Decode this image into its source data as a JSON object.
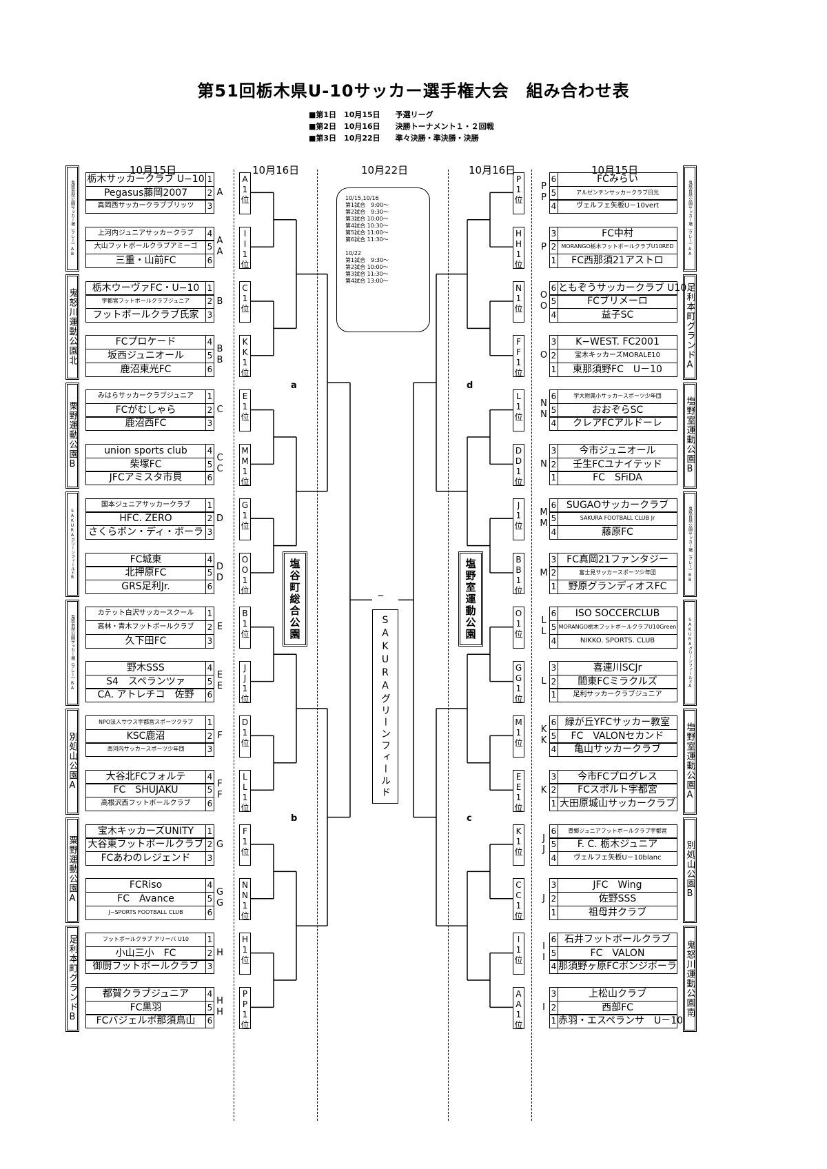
{
  "title": "第51回栃木県U-10サッカー選手権大会　組み合わせ表",
  "schedule": [
    "■第1日　10月15日　　予選リーグ",
    "■第2日　10月16日　　決勝トーナメント１・２回戦",
    "■第3日　10月22日　　準々決勝・準決勝・決勝"
  ],
  "column_headers": {
    "left_day1": "10月15日",
    "left_day2": "10月16日",
    "center": "10月22日",
    "right_day2": "10月16日",
    "right_day1": "10月15日"
  },
  "time_box": "10/15,10/16\n第1試合　9:00～\n第2試合　9:30～\n第3試合 10:00～\n第4試合 10:30～\n第5試合 11:00～\n第6試合 11:30～\n\n10/22\n第1試合　9:30～\n第2試合 10:00～\n第3試合 11:30～\n第4試合 13:00～",
  "venues_left": [
    {
      "name": "鬼怒自然公園サッカー場（クレー）AB",
      "small": true
    },
    {
      "name": "鬼怒川運動公園北",
      "small": false
    },
    {
      "name": "栗野運動公園B",
      "small": false
    },
    {
      "name": "SAKURAグリーンフィールドB",
      "small": true
    },
    {
      "name": "鬼怒自然公園サッカー場（クレー）BA",
      "small": true
    },
    {
      "name": "別処山公園A",
      "small": false
    },
    {
      "name": "粟野運動公園A",
      "small": false
    },
    {
      "name": "足利本町グランドB",
      "small": false
    }
  ],
  "venues_right": [
    {
      "name": "鬼怒自然公園サッカー場（クレー）AA",
      "small": true
    },
    {
      "name": "足利本町グランドA",
      "small": false
    },
    {
      "name": "塩野室運動公園B",
      "small": false
    },
    {
      "name": "鬼怒自然公園サッカー場（クレー）BB",
      "small": true
    },
    {
      "name": "SAKURAグリーンフィールドA",
      "small": true
    },
    {
      "name": "塩野室運動公園A",
      "small": false
    },
    {
      "name": "別処山公園B",
      "small": false
    },
    {
      "name": "鬼怒川運動公園南",
      "small": false
    }
  ],
  "left_groups": [
    {
      "teams": [
        [
          "栃木サッカークラブ U−10",
          "1",
          ""
        ],
        [
          "Pegasus藤岡2007",
          "2",
          ""
        ],
        [
          "真岡西サッカークラブブリッツ",
          "3",
          "sm"
        ]
      ],
      "label": [
        "A"
      ],
      "rank": [
        "A",
        "1",
        "位"
      ]
    },
    {
      "teams": [
        [
          "上河内ジュニアサッカークラブ",
          "4",
          "sm"
        ],
        [
          "大山フットボールクラブアミーゴ",
          "5",
          "sm"
        ],
        [
          "三重・山前FC",
          "6",
          ""
        ]
      ],
      "label": [
        "A",
        "A"
      ],
      "rank": [
        "I",
        "I",
        "1",
        "位"
      ]
    },
    {
      "teams": [
        [
          "栃木ウーヴァFC・U−10",
          "1",
          ""
        ],
        [
          "宇都宮フットボールクラブジュニア",
          "2",
          "xs"
        ],
        [
          "フットボールクラブ氏家",
          "3",
          ""
        ]
      ],
      "label": [
        "B"
      ],
      "rank": [
        "C",
        "1",
        "位"
      ]
    },
    {
      "teams": [
        [
          "FCプロケード",
          "4",
          ""
        ],
        [
          "坂西ジュニオール",
          "5",
          ""
        ],
        [
          "鹿沼東光FC",
          "6",
          ""
        ]
      ],
      "label": [
        "B",
        "B"
      ],
      "rank": [
        "K",
        "K",
        "1",
        "位"
      ]
    },
    {
      "teams": [
        [
          "みはらサッカークラブジュニア",
          "1",
          "sm"
        ],
        [
          "FCがむしゃら",
          "2",
          ""
        ],
        [
          "鹿沼西FC",
          "3",
          ""
        ]
      ],
      "label": [
        "C"
      ],
      "rank": [
        "E",
        "1",
        "位"
      ]
    },
    {
      "teams": [
        [
          "union sports club",
          "4",
          ""
        ],
        [
          "柴塚FC",
          "5",
          ""
        ],
        [
          "JFCアミスタ市貝",
          "6",
          ""
        ]
      ],
      "label": [
        "C",
        "C"
      ],
      "rank": [
        "M",
        "M",
        "1",
        "位"
      ]
    },
    {
      "teams": [
        [
          "国本ジュニアサッカークラブ",
          "1",
          "sm"
        ],
        [
          "HFC. ZERO",
          "2",
          ""
        ],
        [
          "さくらボン・ディ・ボーラ",
          "3",
          ""
        ]
      ],
      "label": [
        "D"
      ],
      "rank": [
        "G",
        "1",
        "位"
      ]
    },
    {
      "teams": [
        [
          "FC城東",
          "4",
          ""
        ],
        [
          "北押原FC",
          "5",
          ""
        ],
        [
          "GRS足利Jr.",
          "6",
          ""
        ]
      ],
      "label": [
        "D",
        "D"
      ],
      "rank": [
        "O",
        "O",
        "1",
        "位"
      ]
    },
    {
      "teams": [
        [
          "カテット白沢サッカースクール",
          "1",
          "sm"
        ],
        [
          "高林・青木フットボールクラブ",
          "2",
          "sm"
        ],
        [
          "久下田FC",
          "3",
          ""
        ]
      ],
      "label": [
        "E"
      ],
      "rank": [
        "B",
        "1",
        "位"
      ]
    },
    {
      "teams": [
        [
          "野木SSS",
          "4",
          ""
        ],
        [
          "S4　スペランツァ",
          "5",
          ""
        ],
        [
          "CA. アトレチコ　佐野",
          "6",
          ""
        ]
      ],
      "label": [
        "E",
        "E"
      ],
      "rank": [
        "J",
        "J",
        "1",
        "位"
      ]
    },
    {
      "teams": [
        [
          "NPO法人サウス宇都宮スポーツクラブ",
          "1",
          "xs"
        ],
        [
          "KSC鹿沼",
          "2",
          ""
        ],
        [
          "南河内サッカースポーツ少年団",
          "3",
          "xs"
        ]
      ],
      "label": [
        "F"
      ],
      "rank": [
        "D",
        "1",
        "位"
      ]
    },
    {
      "teams": [
        [
          "大谷北FCフォルテ",
          "4",
          ""
        ],
        [
          "FC　SHUJAKU",
          "5",
          ""
        ],
        [
          "高根沢西フットボールクラブ",
          "6",
          "sm"
        ]
      ],
      "label": [
        "F",
        "F"
      ],
      "rank": [
        "L",
        "L",
        "1",
        "位"
      ]
    },
    {
      "teams": [
        [
          "宝木キッカーズUNITY",
          "1",
          ""
        ],
        [
          "大谷東フットボールクラブ",
          "2",
          ""
        ],
        [
          "FCあわのレジェンド",
          "3",
          ""
        ]
      ],
      "label": [
        "G"
      ],
      "rank": [
        "F",
        "1",
        "位"
      ]
    },
    {
      "teams": [
        [
          "FCRiso",
          "4",
          ""
        ],
        [
          "FC　Avance",
          "5",
          ""
        ],
        [
          "J−SPORTS FOOTBALL CLUB",
          "6",
          "xs"
        ]
      ],
      "label": [
        "G",
        "G"
      ],
      "rank": [
        "N",
        "N",
        "1",
        "位"
      ]
    },
    {
      "teams": [
        [
          "フットボールクラブ アリーバ U10",
          "1",
          "xs"
        ],
        [
          "小山三小　FC",
          "2",
          ""
        ],
        [
          "御厨フットボールクラブ",
          "3",
          ""
        ]
      ],
      "label": [
        "H"
      ],
      "rank": [
        "H",
        "1",
        "位"
      ]
    },
    {
      "teams": [
        [
          "都賀クラブジュニア",
          "4",
          ""
        ],
        [
          "FC黒羽",
          "5",
          ""
        ],
        [
          "FCバジェルボ那須鳥山",
          "6",
          ""
        ]
      ],
      "label": [
        "H",
        "H"
      ],
      "rank": [
        "P",
        "P",
        "1",
        "位"
      ]
    }
  ],
  "right_groups": [
    {
      "teams": [
        [
          "6",
          "FCみらい",
          ""
        ],
        [
          "5",
          "アルゼンチンサッカークラブ日光",
          "xs"
        ],
        [
          "4",
          "ヴェルフェ矢板U－10vert",
          "sm"
        ]
      ],
      "label": [
        "P",
        "P"
      ],
      "rank": [
        "P",
        "1",
        "位"
      ]
    },
    {
      "teams": [
        [
          "3",
          "FC中村",
          ""
        ],
        [
          "2",
          "MORANGO栃木フットボールクラブU10RED",
          "xs"
        ],
        [
          "1",
          "FC西那須21アストロ",
          ""
        ]
      ],
      "label": [
        "P"
      ],
      "rank": [
        "H",
        "H",
        "1",
        "位"
      ]
    },
    {
      "teams": [
        [
          "6",
          "ともぞうサッカークラブ U10",
          ""
        ],
        [
          "5",
          "FCブリメーロ",
          ""
        ],
        [
          "4",
          "益子SC",
          ""
        ]
      ],
      "label": [
        "O",
        "O"
      ],
      "rank": [
        "N",
        "1",
        "位"
      ]
    },
    {
      "teams": [
        [
          "3",
          "K−WEST. FC2001",
          ""
        ],
        [
          "2",
          "宝木キッカーズMORALE10",
          "sm"
        ],
        [
          "1",
          "東那須野FC　U－10",
          ""
        ]
      ],
      "label": [
        "O"
      ],
      "rank": [
        "F",
        "F",
        "1",
        "位"
      ]
    },
    {
      "teams": [
        [
          "6",
          "宇大附属小サッカースポーツ少年団",
          "xs"
        ],
        [
          "5",
          "おおぞらSC",
          ""
        ],
        [
          "4",
          "クレアFCアルドーレ",
          ""
        ]
      ],
      "label": [
        "N",
        "N"
      ],
      "rank": [
        "L",
        "1",
        "位"
      ]
    },
    {
      "teams": [
        [
          "3",
          "今市ジュニオール",
          ""
        ],
        [
          "2",
          "壬生FCユナイテッド",
          ""
        ],
        [
          "1",
          "FC　SFiDA",
          ""
        ]
      ],
      "label": [
        "N"
      ],
      "rank": [
        "D",
        "D",
        "1",
        "位"
      ]
    },
    {
      "teams": [
        [
          "6",
          "SUGAOサッカークラブ",
          ""
        ],
        [
          "5",
          "SAKURA FOOTBALL CLUB Jr",
          "xs"
        ],
        [
          "4",
          "藤原FC",
          ""
        ]
      ],
      "label": [
        "M",
        "M"
      ],
      "rank": [
        "J",
        "1",
        "位"
      ]
    },
    {
      "teams": [
        [
          "3",
          "FC真岡21ファンタジー",
          ""
        ],
        [
          "2",
          "富士見サッカースポーツ少年団",
          "xs"
        ],
        [
          "1",
          "野原グランディオスFC",
          ""
        ]
      ],
      "label": [
        "M"
      ],
      "rank": [
        "B",
        "B",
        "1",
        "位"
      ]
    },
    {
      "teams": [
        [
          "6",
          "ISO SOCCERCLUB",
          ""
        ],
        [
          "5",
          "MORANGO栃木フットボールクラブU10Green",
          "xs"
        ],
        [
          "4",
          "NIKKO. SPORTS. CLUB",
          "sm"
        ]
      ],
      "label": [
        "L",
        "L"
      ],
      "rank": [
        "O",
        "1",
        "位"
      ]
    },
    {
      "teams": [
        [
          "3",
          "喜連川SCJr",
          ""
        ],
        [
          "2",
          "間東FCミラクルズ",
          ""
        ],
        [
          "1",
          "足利サッカークラブジュニア",
          "sm"
        ]
      ],
      "label": [
        "L"
      ],
      "rank": [
        "G",
        "G",
        "1",
        "位"
      ]
    },
    {
      "teams": [
        [
          "6",
          "緑が丘YFCサッカー教室",
          ""
        ],
        [
          "5",
          "FC　VALONセカンド",
          ""
        ],
        [
          "4",
          "亀山サッカークラブ",
          ""
        ]
      ],
      "label": [
        "K",
        "K"
      ],
      "rank": [
        "M",
        "1",
        "位"
      ]
    },
    {
      "teams": [
        [
          "3",
          "今市FCプログレス",
          ""
        ],
        [
          "2",
          "FCスポルト宇都宮",
          ""
        ],
        [
          "1",
          "大田原城山サッカークラブ",
          ""
        ]
      ],
      "label": [
        "K"
      ],
      "rank": [
        "E",
        "E",
        "1",
        "位"
      ]
    },
    {
      "teams": [
        [
          "6",
          "豊郷ジュニアフットボールクラブ宇都宮",
          "xs"
        ],
        [
          "5",
          "F. C. 栃木ジュニア",
          ""
        ],
        [
          "4",
          "ヴェルフェ矢板U－10blanc",
          "sm"
        ]
      ],
      "label": [
        "J",
        "J"
      ],
      "rank": [
        "K",
        "1",
        "位"
      ]
    },
    {
      "teams": [
        [
          "3",
          "JFC　Wing",
          ""
        ],
        [
          "2",
          "佐野SSS",
          ""
        ],
        [
          "1",
          "祖母井クラブ",
          ""
        ]
      ],
      "label": [
        "J"
      ],
      "rank": [
        "C",
        "C",
        "1",
        "位"
      ]
    },
    {
      "teams": [
        [
          "6",
          "石井フットボールクラブ",
          ""
        ],
        [
          "5",
          "FC　VALON",
          ""
        ],
        [
          "4",
          "那須野ヶ原FCボンジボーラ",
          ""
        ]
      ],
      "label": [
        "I",
        "I"
      ],
      "rank": [
        "I",
        "1",
        "位"
      ]
    },
    {
      "teams": [
        [
          "3",
          "上松山クラブ",
          ""
        ],
        [
          "2",
          "西部FC",
          ""
        ],
        [
          "1",
          "赤羽・エスペランサ　U－10",
          ""
        ]
      ],
      "label": [
        "I"
      ],
      "rank": [
        "A",
        "A",
        "1",
        "位"
      ]
    }
  ],
  "center_venues": {
    "left": "塩谷町総合公園",
    "right": "塩野室運動公園",
    "final": "SAKURAグリーンフィールド"
  },
  "marks": {
    "a": "a",
    "b": "b",
    "c": "c",
    "d": "d",
    "i": "ー"
  }
}
